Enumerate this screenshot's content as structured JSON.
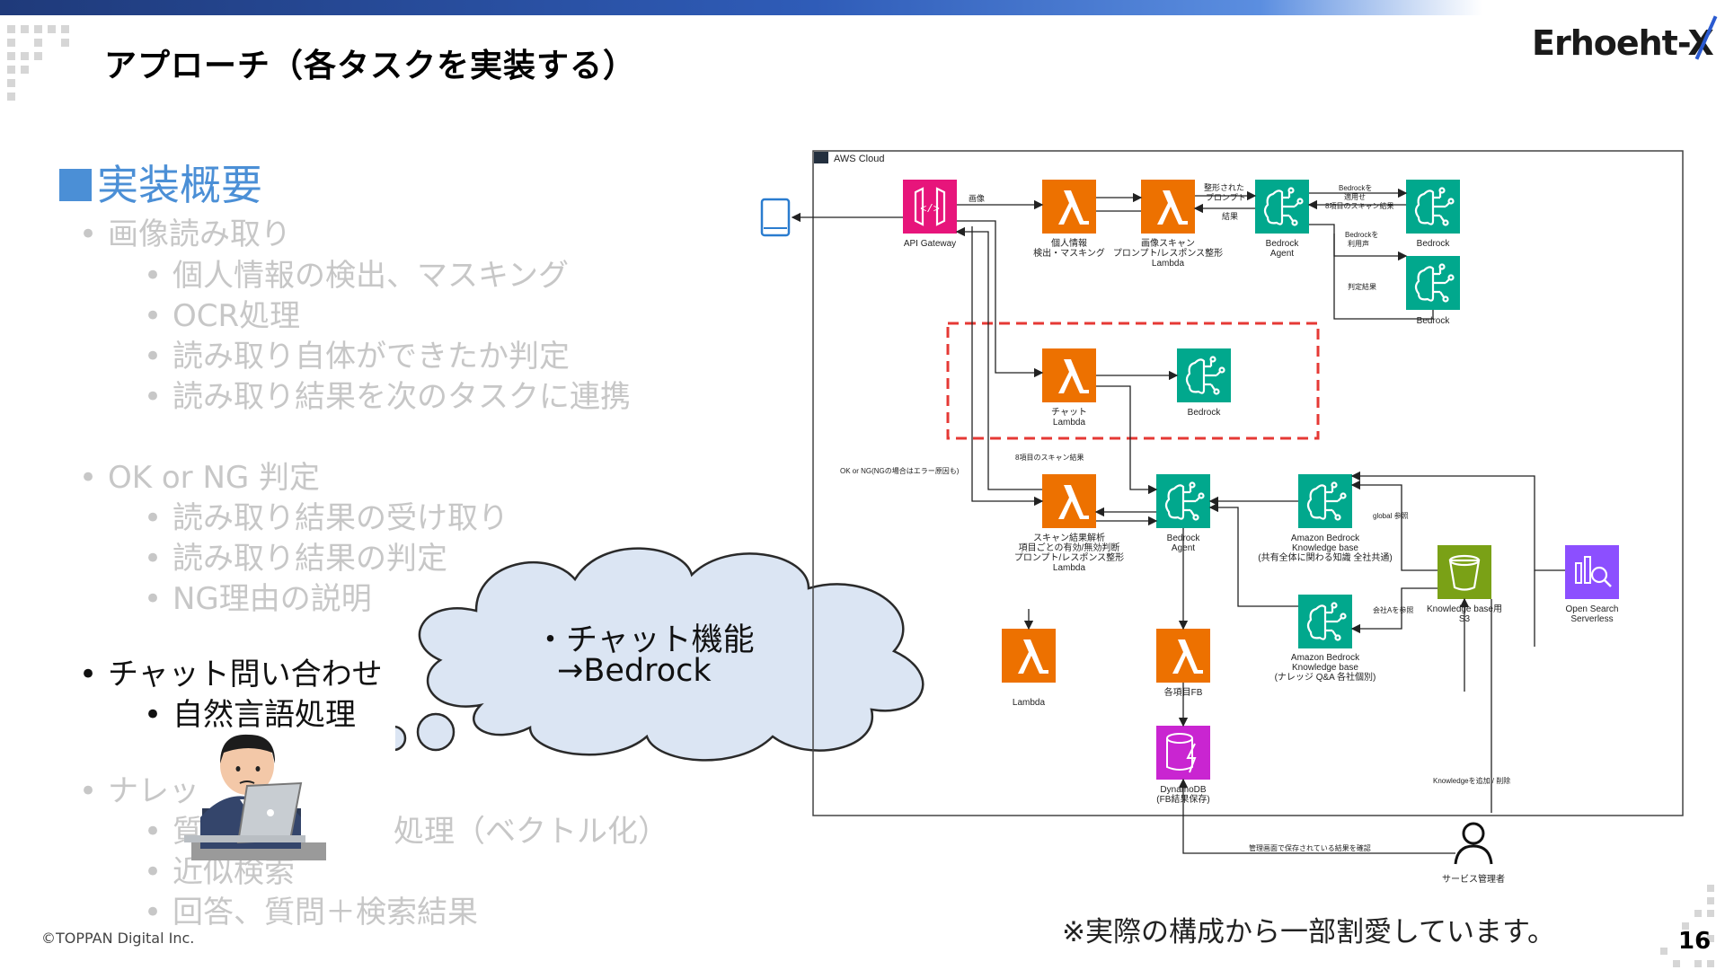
{
  "slide": {
    "title": "アプローチ（各タスクを実装する）",
    "logo_text": "Erhoeht-X",
    "page_number": "16",
    "copyright": "©TOPPAN Digital Inc.",
    "note": "※実際の構成から一部割愛しています。"
  },
  "outline": {
    "heading": "実装概要",
    "items": [
      {
        "level": 1,
        "text": "画像読み取り",
        "active": false
      },
      {
        "level": 2,
        "text": "個人情報の検出、マスキング",
        "active": false
      },
      {
        "level": 2,
        "text": "OCR処理",
        "active": false
      },
      {
        "level": 2,
        "text": "読み取り自体ができたか判定",
        "active": false
      },
      {
        "level": 2,
        "text": "読み取り結果を次のタスクに連携",
        "active": false
      },
      {
        "level": 1,
        "text": "OK or NG 判定",
        "active": false
      },
      {
        "level": 2,
        "text": "読み取り結果の受け取り",
        "active": false
      },
      {
        "level": 2,
        "text": "読み取り結果の判定",
        "active": false
      },
      {
        "level": 2,
        "text": "NG理由の説明",
        "active": false
      },
      {
        "level": 1,
        "text": "チャット問い合わせ",
        "active": true
      },
      {
        "level": 2,
        "text": "自然言語処理",
        "active": true
      },
      {
        "level": 1,
        "text": "ナレッ",
        "active": false
      },
      {
        "level": 2,
        "text": "質",
        "active": false
      },
      {
        "level": 2,
        "text": "処理（ベクトル化）",
        "active": false
      },
      {
        "level": 2,
        "text": "近似検索",
        "active": false
      },
      {
        "level": 2,
        "text": "回答、質問＋検索結果",
        "active": false
      }
    ]
  },
  "callout": {
    "line1": "・チャット機能",
    "line2": "→Bedrock"
  },
  "diagram": {
    "cloud_label": "AWS Cloud",
    "colors": {
      "lambda": "#ed7100",
      "bedrock": "#01a88d",
      "apigw": "#e7157b",
      "s3": "#7aa116",
      "opensearch": "#8c4fff",
      "dynamo": "#c925d1",
      "highlight": "#e53935"
    },
    "labels": {
      "apigw": "API Gateway",
      "lambda_pii_1": "個人情報",
      "lambda_pii_2": "検出・マスキング",
      "lambda_scan_1": "画像スキャン",
      "lambda_scan_2": "プロンプト/レスポンス整形",
      "lambda_scan_3": "Lambda",
      "agent1_1": "Bedrock",
      "agent1_2": "Agent",
      "bedrock_a": "Bedrock",
      "bedrock_b": "Bedrock",
      "chat_1": "チャット",
      "chat_2": "Lambda",
      "chat_bedrock": "Bedrock",
      "lambda_judge_1": "スキャン結果解析",
      "lambda_judge_2": "項目ごとの有効/無効判断",
      "lambda_judge_3": "プロンプト/レスポンス整形",
      "lambda_judge_4": "Lambda",
      "agent2_1": "Bedrock",
      "agent2_2": "Agent",
      "kb1_1": "Amazon Bedrock",
      "kb1_2": "Knowledge base",
      "kb1_3": "(共有全体に関わる知識 全社共通)",
      "kb2_1": "Amazon Bedrock",
      "kb2_2": "Knowledge base",
      "kb2_3": "(ナレッジ Q&A 各社個別)",
      "s3_1": "Knowledge base用",
      "s3_2": "S3",
      "opensearch_1": "Open Search",
      "opensearch_2": "Serverless",
      "lambda_plain": "Lambda",
      "lambda_fb": "各項目FB",
      "dynamo_1": "DynamoDB",
      "dynamo_2": "(FB結果保存)",
      "admin": "サービス管理者",
      "e_request": "画像",
      "e_prompt_1": "整形された",
      "e_prompt_2": "プロンプト",
      "e_result": "結果",
      "e_b1_1": "Bedrockを",
      "e_b1_2": "適用せ",
      "e_b1_3": "8項目のスキャン結果",
      "e_b2_1": "Bedrockを",
      "e_b2_2": "利用声",
      "e_judge": "判定結果",
      "e_scan8": "8項目のスキャン結果",
      "e_okng": "OK or NG(NGの場合はエラー原因も)",
      "e_global": "global 参照",
      "e_company": "会社Aを参照",
      "e_kbupdate": "Knowledgeを追加 / 削除",
      "e_admin_confirm": "管理画面で保存されている結果を確認"
    }
  }
}
